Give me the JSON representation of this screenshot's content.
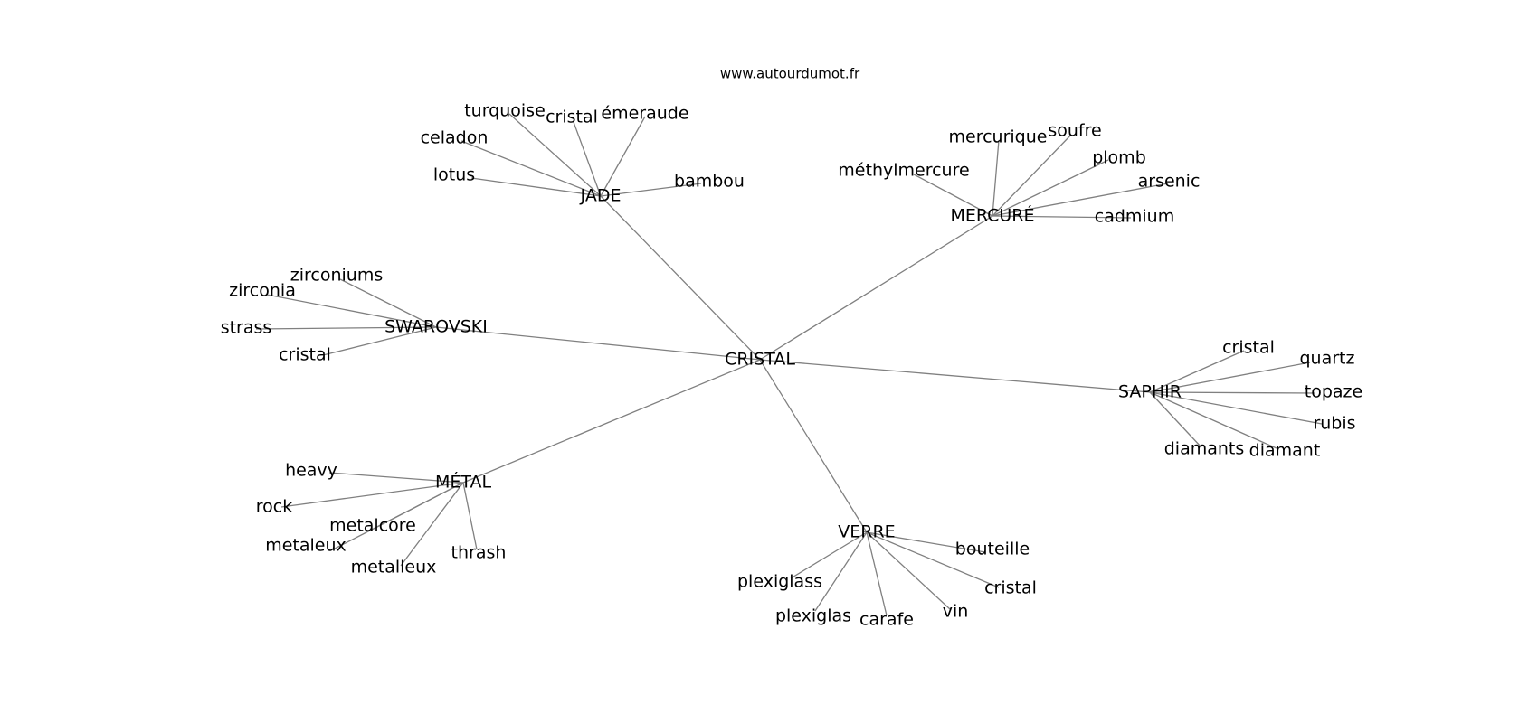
{
  "source": "www.autourdumot.fr",
  "colors": {
    "edge": "#808080",
    "text": "#000000",
    "background": "#ffffff"
  },
  "nodes": [
    {
      "id": "cristal-center",
      "label": "CRISTAL"
    },
    {
      "id": "jade",
      "label": "JADE"
    },
    {
      "id": "mercure",
      "label": "MERCURÉ"
    },
    {
      "id": "swarovski",
      "label": "SWAROVSKI"
    },
    {
      "id": "saphir",
      "label": "SAPHIR"
    },
    {
      "id": "metal",
      "label": "MÉTAL"
    },
    {
      "id": "verre",
      "label": "VERRE"
    },
    {
      "id": "jade-turquoise",
      "label": "turquoise"
    },
    {
      "id": "jade-cristal",
      "label": "cristal"
    },
    {
      "id": "jade-emeraude",
      "label": "émeraude"
    },
    {
      "id": "jade-celadon",
      "label": "celadon"
    },
    {
      "id": "jade-lotus",
      "label": "lotus"
    },
    {
      "id": "jade-bambou",
      "label": "bambou"
    },
    {
      "id": "mercure-mercurique",
      "label": "mercurique"
    },
    {
      "id": "mercure-soufre",
      "label": "soufre"
    },
    {
      "id": "mercure-plomb",
      "label": "plomb"
    },
    {
      "id": "mercure-methylmercure",
      "label": "méthylmercure"
    },
    {
      "id": "mercure-arsenic",
      "label": "arsenic"
    },
    {
      "id": "mercure-cadmium",
      "label": "cadmium"
    },
    {
      "id": "swarovski-zirconiums",
      "label": "zirconiums"
    },
    {
      "id": "swarovski-zirconia",
      "label": "zirconia"
    },
    {
      "id": "swarovski-strass",
      "label": "strass"
    },
    {
      "id": "swarovski-cristal",
      "label": "cristal"
    },
    {
      "id": "saphir-cristal",
      "label": "cristal"
    },
    {
      "id": "saphir-quartz",
      "label": "quartz"
    },
    {
      "id": "saphir-topaze",
      "label": "topaze"
    },
    {
      "id": "saphir-rubis",
      "label": "rubis"
    },
    {
      "id": "saphir-diamants",
      "label": "diamants"
    },
    {
      "id": "saphir-diamant",
      "label": "diamant"
    },
    {
      "id": "metal-heavy",
      "label": "heavy"
    },
    {
      "id": "metal-rock",
      "label": "rock"
    },
    {
      "id": "metal-metalcore",
      "label": "metalcore"
    },
    {
      "id": "metal-metaleux",
      "label": "metaleux"
    },
    {
      "id": "metal-metalleux",
      "label": "metalleux"
    },
    {
      "id": "metal-thrash",
      "label": "thrash"
    },
    {
      "id": "verre-bouteille",
      "label": "bouteille"
    },
    {
      "id": "verre-plexiglass",
      "label": "plexiglass"
    },
    {
      "id": "verre-cristal",
      "label": "cristal"
    },
    {
      "id": "verre-plexiglas",
      "label": "plexiglas"
    },
    {
      "id": "verre-carafe",
      "label": "carafe"
    },
    {
      "id": "verre-vin",
      "label": "vin"
    }
  ],
  "edges": [
    [
      "cristal-center",
      "jade"
    ],
    [
      "cristal-center",
      "mercure"
    ],
    [
      "cristal-center",
      "swarovski"
    ],
    [
      "cristal-center",
      "saphir"
    ],
    [
      "cristal-center",
      "metal"
    ],
    [
      "cristal-center",
      "verre"
    ],
    [
      "jade",
      "jade-turquoise"
    ],
    [
      "jade",
      "jade-cristal"
    ],
    [
      "jade",
      "jade-emeraude"
    ],
    [
      "jade",
      "jade-celadon"
    ],
    [
      "jade",
      "jade-lotus"
    ],
    [
      "jade",
      "jade-bambou"
    ],
    [
      "mercure",
      "mercure-mercurique"
    ],
    [
      "mercure",
      "mercure-soufre"
    ],
    [
      "mercure",
      "mercure-plomb"
    ],
    [
      "mercure",
      "mercure-methylmercure"
    ],
    [
      "mercure",
      "mercure-arsenic"
    ],
    [
      "mercure",
      "mercure-cadmium"
    ],
    [
      "swarovski",
      "swarovski-zirconiums"
    ],
    [
      "swarovski",
      "swarovski-zirconia"
    ],
    [
      "swarovski",
      "swarovski-strass"
    ],
    [
      "swarovski",
      "swarovski-cristal"
    ],
    [
      "saphir",
      "saphir-cristal"
    ],
    [
      "saphir",
      "saphir-quartz"
    ],
    [
      "saphir",
      "saphir-topaze"
    ],
    [
      "saphir",
      "saphir-rubis"
    ],
    [
      "saphir",
      "saphir-diamants"
    ],
    [
      "saphir",
      "saphir-diamant"
    ],
    [
      "metal",
      "metal-heavy"
    ],
    [
      "metal",
      "metal-rock"
    ],
    [
      "metal",
      "metal-metalcore"
    ],
    [
      "metal",
      "metal-metaleux"
    ],
    [
      "metal",
      "metal-metalleux"
    ],
    [
      "metal",
      "metal-thrash"
    ],
    [
      "verre",
      "verre-bouteille"
    ],
    [
      "verre",
      "verre-plexiglass"
    ],
    [
      "verre",
      "verre-cristal"
    ],
    [
      "verre",
      "verre-plexiglas"
    ],
    [
      "verre",
      "verre-carafe"
    ],
    [
      "verre",
      "verre-vin"
    ]
  ]
}
